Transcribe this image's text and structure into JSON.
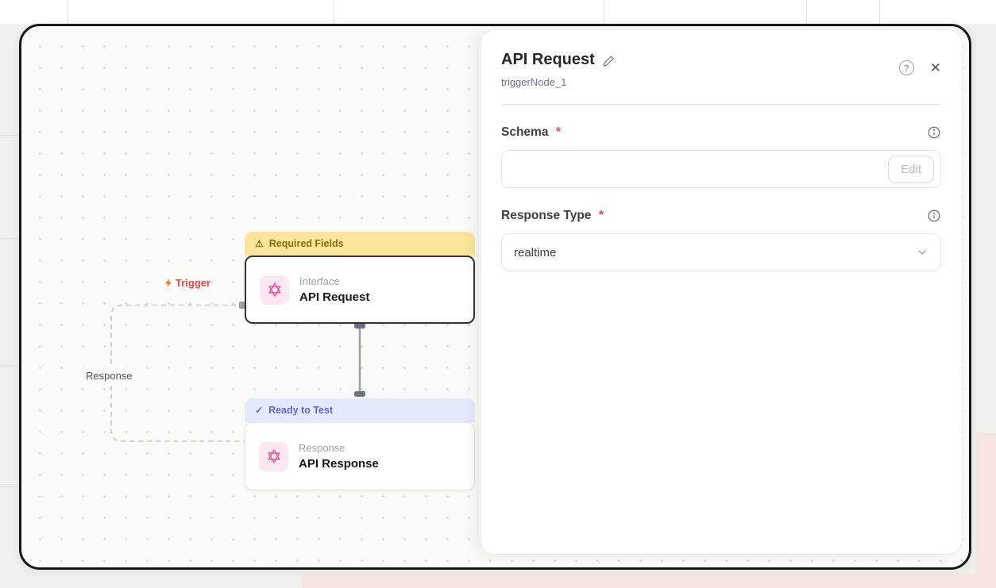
{
  "panel": {
    "title": "API Request",
    "subtitle": "triggerNode_1",
    "help_icon": "?",
    "close_icon": "✕",
    "fields": {
      "schema": {
        "label": "Schema",
        "required": "*",
        "value": "",
        "button": "Edit"
      },
      "response_type": {
        "label": "Response Type",
        "required": "*",
        "value": "realtime"
      }
    }
  },
  "canvas": {
    "edge": {
      "trigger_label": "Trigger",
      "response_label": "Response"
    },
    "nodes": [
      {
        "banner_icon": "⚠",
        "banner": "Required Fields",
        "category": "Interface",
        "title": "API Request"
      },
      {
        "banner_icon": "✓",
        "banner": "Ready to Test",
        "category": "Response",
        "title": "API Response"
      }
    ]
  },
  "colors": {
    "frame_border": "#171717",
    "canvas_bg": "#fafaf7",
    "accent_pink": "#ec4899",
    "icon_bg_pink": "#fce7f2",
    "warning_banner_bg": "#fae69a",
    "warning_banner_text": "#8a6a16",
    "ready_banner_bg": "#e4e9fc",
    "ready_banner_text": "#5b6cc7",
    "trigger_red": "#ef4444",
    "bolt_orange": "#f97316",
    "required_red": "#ef4444",
    "backdrop_pink": "#f7e5e3"
  }
}
